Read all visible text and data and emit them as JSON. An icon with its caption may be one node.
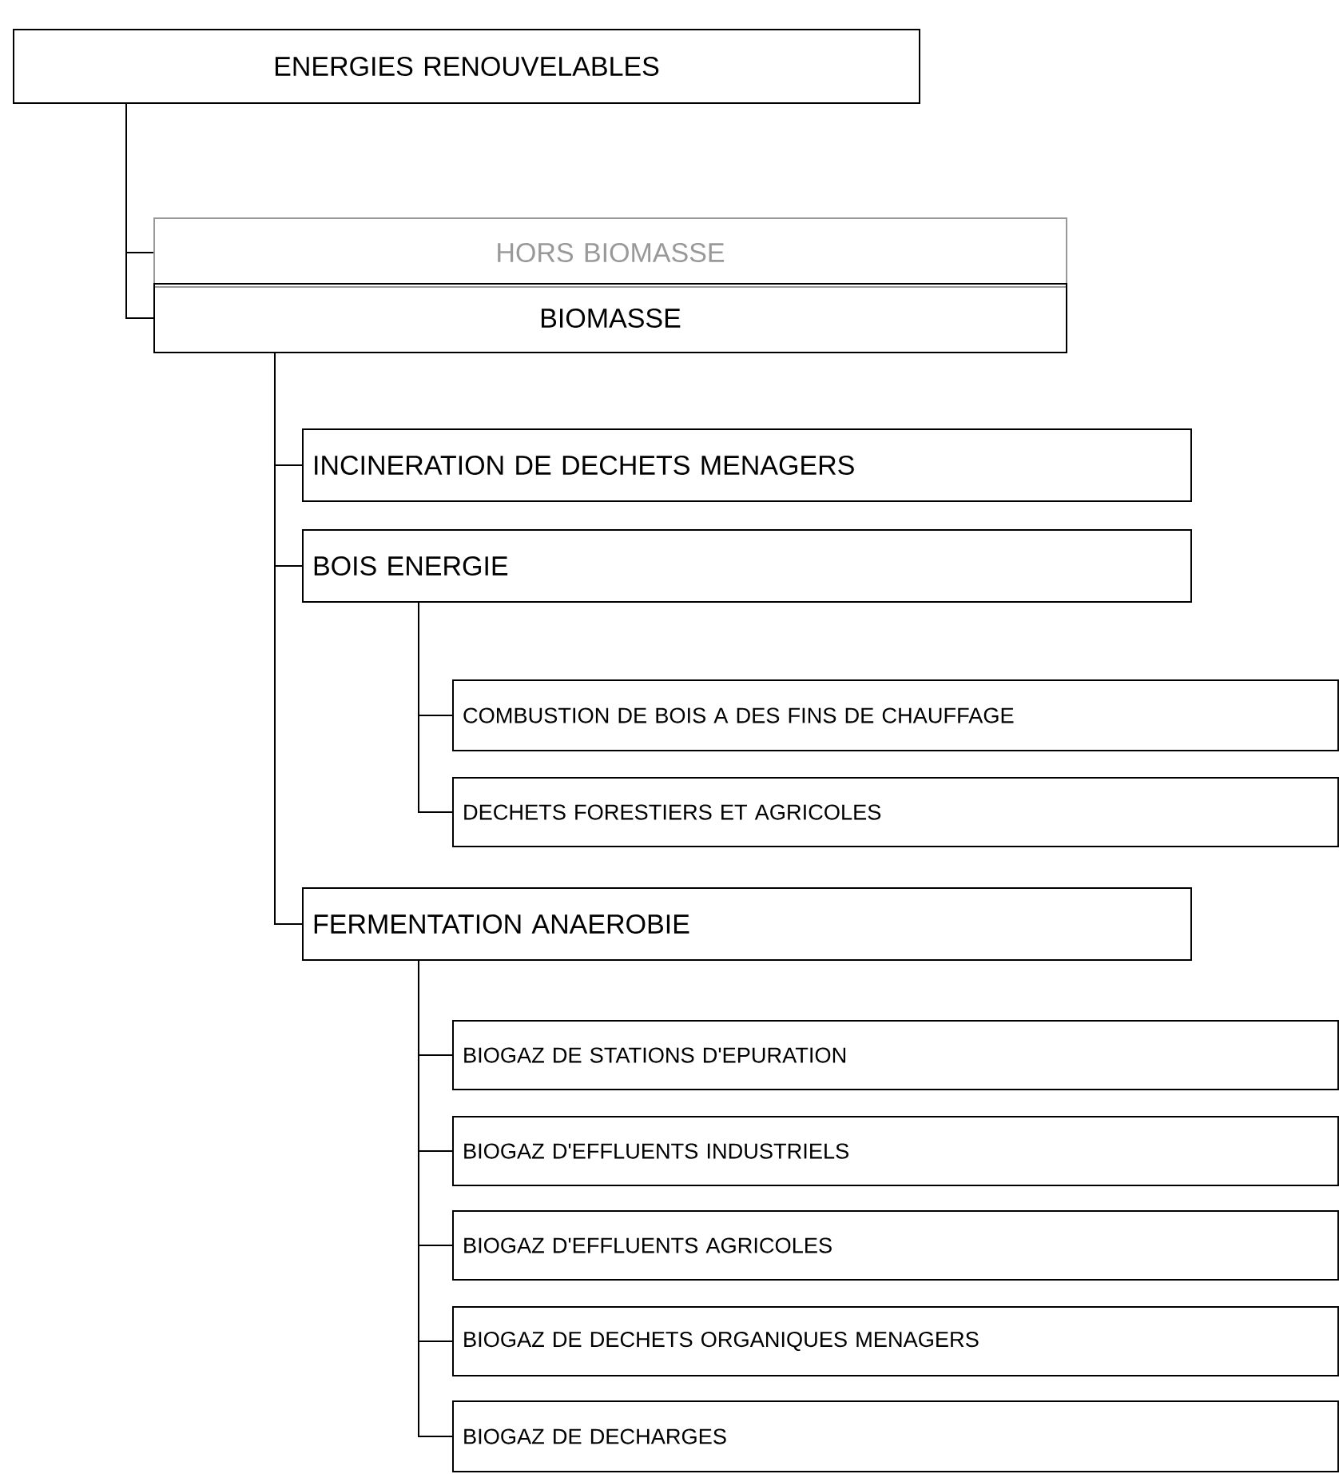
{
  "diagram": {
    "nodes": [
      {
        "text": [
          "ENERGIES RENOUVELABLES"
        ]
      },
      {
        "text": [
          "HORS BIOMASSE"
        ]
      },
      {
        "text": [
          "BIOMASSE"
        ]
      },
      {
        "text": [
          "INCINERATION DE DECHETS MENAGERS"
        ]
      },
      {
        "text": [
          "BOIS ENERGIE"
        ]
      },
      {
        "text": [
          "COMBUSTION DE BOIS A DES FINS DE CHAUFFAGE"
        ]
      },
      {
        "text": [
          "DECHETS FORESTIERS ET AGRICOLES"
        ]
      },
      {
        "text": [
          "FERMENTATION ANAEROBIE"
        ]
      },
      {
        "text": [
          "BIOGAZ DE STATIONS D'EPURATION"
        ]
      },
      {
        "text": [
          "BIOGAZ D'EFFLUENTS INDUSTRIELS"
        ]
      },
      {
        "text": [
          "BIOGAZ D'EFFLUENTS AGRICOLES"
        ]
      },
      {
        "text": [
          "BIOGAZ DE DECHETS ORGANIQUES MENAGERS"
        ]
      },
      {
        "text": [
          "BIOGAZ DE DECHARGES"
        ]
      }
    ],
    "edges": [
      {
        "from": 0,
        "to": 1,
        "arrow": "none",
        "color": "#000000"
      },
      {
        "from": 0,
        "to": 2,
        "arrow": "none"
      },
      {
        "from": 2,
        "to": 3,
        "arrow": "none"
      },
      {
        "from": 2,
        "to": 4,
        "arrow": "none"
      },
      {
        "from": 2,
        "to": 7,
        "arrow": "none"
      },
      {
        "from": 4,
        "to": 5,
        "arrow": "none"
      },
      {
        "from": 4,
        "to": 6,
        "arrow": "none"
      },
      {
        "from": 7,
        "to": 8,
        "arrow": "none"
      },
      {
        "from": 7,
        "to": 9,
        "arrow": "none"
      },
      {
        "from": 7,
        "to": 10,
        "arrow": "none"
      },
      {
        "from": 7,
        "to": 11,
        "arrow": "none"
      },
      {
        "from": 7,
        "to": 12,
        "arrow": "none"
      }
    ]
  }
}
